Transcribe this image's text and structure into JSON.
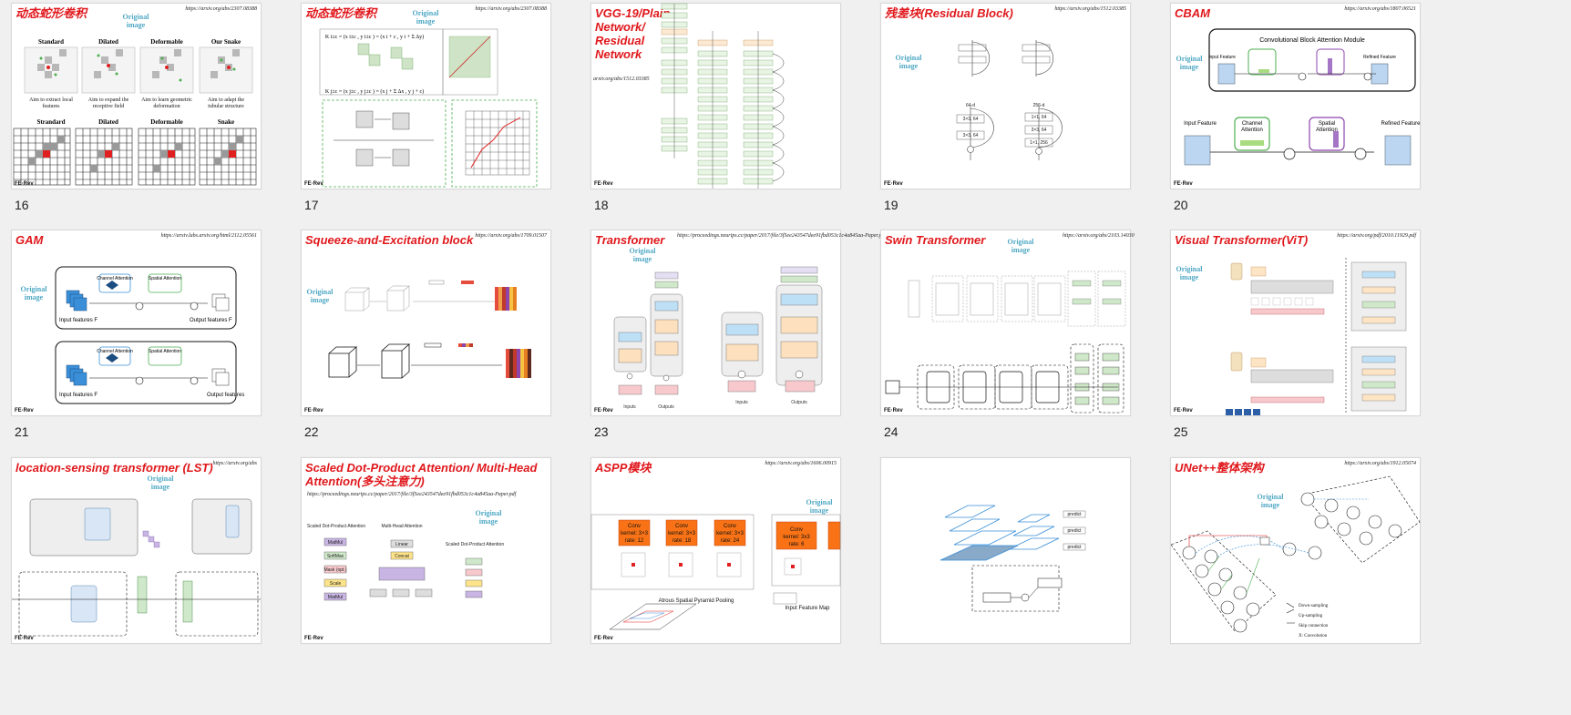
{
  "slides": [
    {
      "number": "16",
      "title": "动态蛇形卷积",
      "url": "https://arxiv.org/abs/2307.08388",
      "original": "Original image"
    },
    {
      "number": "17",
      "title": "动态蛇形卷积",
      "url": "https://arxiv.org/abs/2307.08388",
      "original": "Original image"
    },
    {
      "number": "18",
      "title": "VGG-19/Plain Network/ Residual Network",
      "url": "arxiv.org/abs/1512.03385",
      "original": ""
    },
    {
      "number": "19",
      "title": "残差块(Residual Block)",
      "url": "https://arxiv.org/abs/1512.03385",
      "original": "Original image"
    },
    {
      "number": "20",
      "title": "CBAM",
      "url": "https://arxiv.org/abs/1807.06521",
      "original": "Original image"
    },
    {
      "number": "21",
      "title": "GAM",
      "url": "https://arxiv.labs.arxiv.org/html/2112.05561",
      "original": "Original image"
    },
    {
      "number": "22",
      "title": "Squeeze-and-Excitation block",
      "url": "https://arxiv.org/abs/1709.01507",
      "original": "Original image"
    },
    {
      "number": "23",
      "title": "Transformer",
      "url": "https://proceedings.neurips.cc/paper/2017/file/3f5ee243547dee91fbd053c1c4a845aa-Paper.pdf",
      "original": "Original image"
    },
    {
      "number": "24",
      "title": "Swin Transformer",
      "url": "https://arxiv.org/abs/2103.14030",
      "original": "Original image"
    },
    {
      "number": "25",
      "title": "Visual Transformer(ViT)",
      "url": "https://arxiv.org/pdf/2010.11929.pdf",
      "original": "Original image"
    },
    {
      "number": "",
      "title": "location-sensing transformer (LST)",
      "url": "https://arxiv.org/abs",
      "original": "Original image"
    },
    {
      "number": "",
      "title": "Scaled Dot-Product Attention/ Multi-Head Attention(多头注意力)",
      "url": "https://proceedings.neurips.cc/paper/2017/file/3f5ee243547dee91fbd053c1c4a845aa-Paper.pdf",
      "original": "Original image"
    },
    {
      "number": "",
      "title": "ASPP模块",
      "url": "https://arxiv.org/abs/1606.00915",
      "original": "Original image"
    },
    {
      "number": "",
      "title": "",
      "url": "",
      "original": ""
    },
    {
      "number": "",
      "title": "UNet++整体架构",
      "url": "https://arxiv.org/abs/1912.05074",
      "original": "Original image"
    }
  ],
  "labels": {
    "dsc_top": [
      "Standard",
      "Dilated",
      "Deformable",
      "Our Snake"
    ],
    "dsc_top_caption": [
      "Aim to extract local features",
      "Aim to expand the receptive field",
      "Aim to learn geometric deformation",
      "Aim to adapt the tubular structure"
    ],
    "dsc_bottom": [
      "Strandard",
      "Dilated",
      "Deformable",
      "Snake"
    ],
    "cbam_title": "Convolutional Block Attention Module",
    "cbam_input": "Input Feature",
    "cbam_channel": "Channel Attention Module",
    "cbam_spatial": "Spatial Attention Module",
    "cbam_refined": "Refined Feature",
    "gam_channel": "Channel Attention",
    "gam_spatial": "Spatial Attention",
    "gam_input": "Input features F",
    "gam_output": "Output features F",
    "aspp_conv": [
      "Conv kernel: 3×3 rate: 12",
      "Conv kernel: 3×3 rate: 18",
      "Conv kernel: 3×3 rate: 24"
    ],
    "aspp_pool": "Atrous Spatial Pyramid Pooling",
    "aspp_input": "Input Feature Map",
    "aspp_conv2": "Conv kernel: 3x3 rate: 6",
    "fpn_predict": "predict",
    "unet_legend": [
      "Down-sampling",
      "Up-sampling",
      "Skip connection",
      "X: Convolution"
    ],
    "mha_labels": [
      "Scaled Dot-Product Attention",
      "Multi-Head Attention",
      "MatMul",
      "SoftMax",
      "Mask (opt.)",
      "Scale",
      "Linear",
      "Concat",
      "Scaled Dot-Product Attention"
    ],
    "logo": "FE·Rev"
  }
}
